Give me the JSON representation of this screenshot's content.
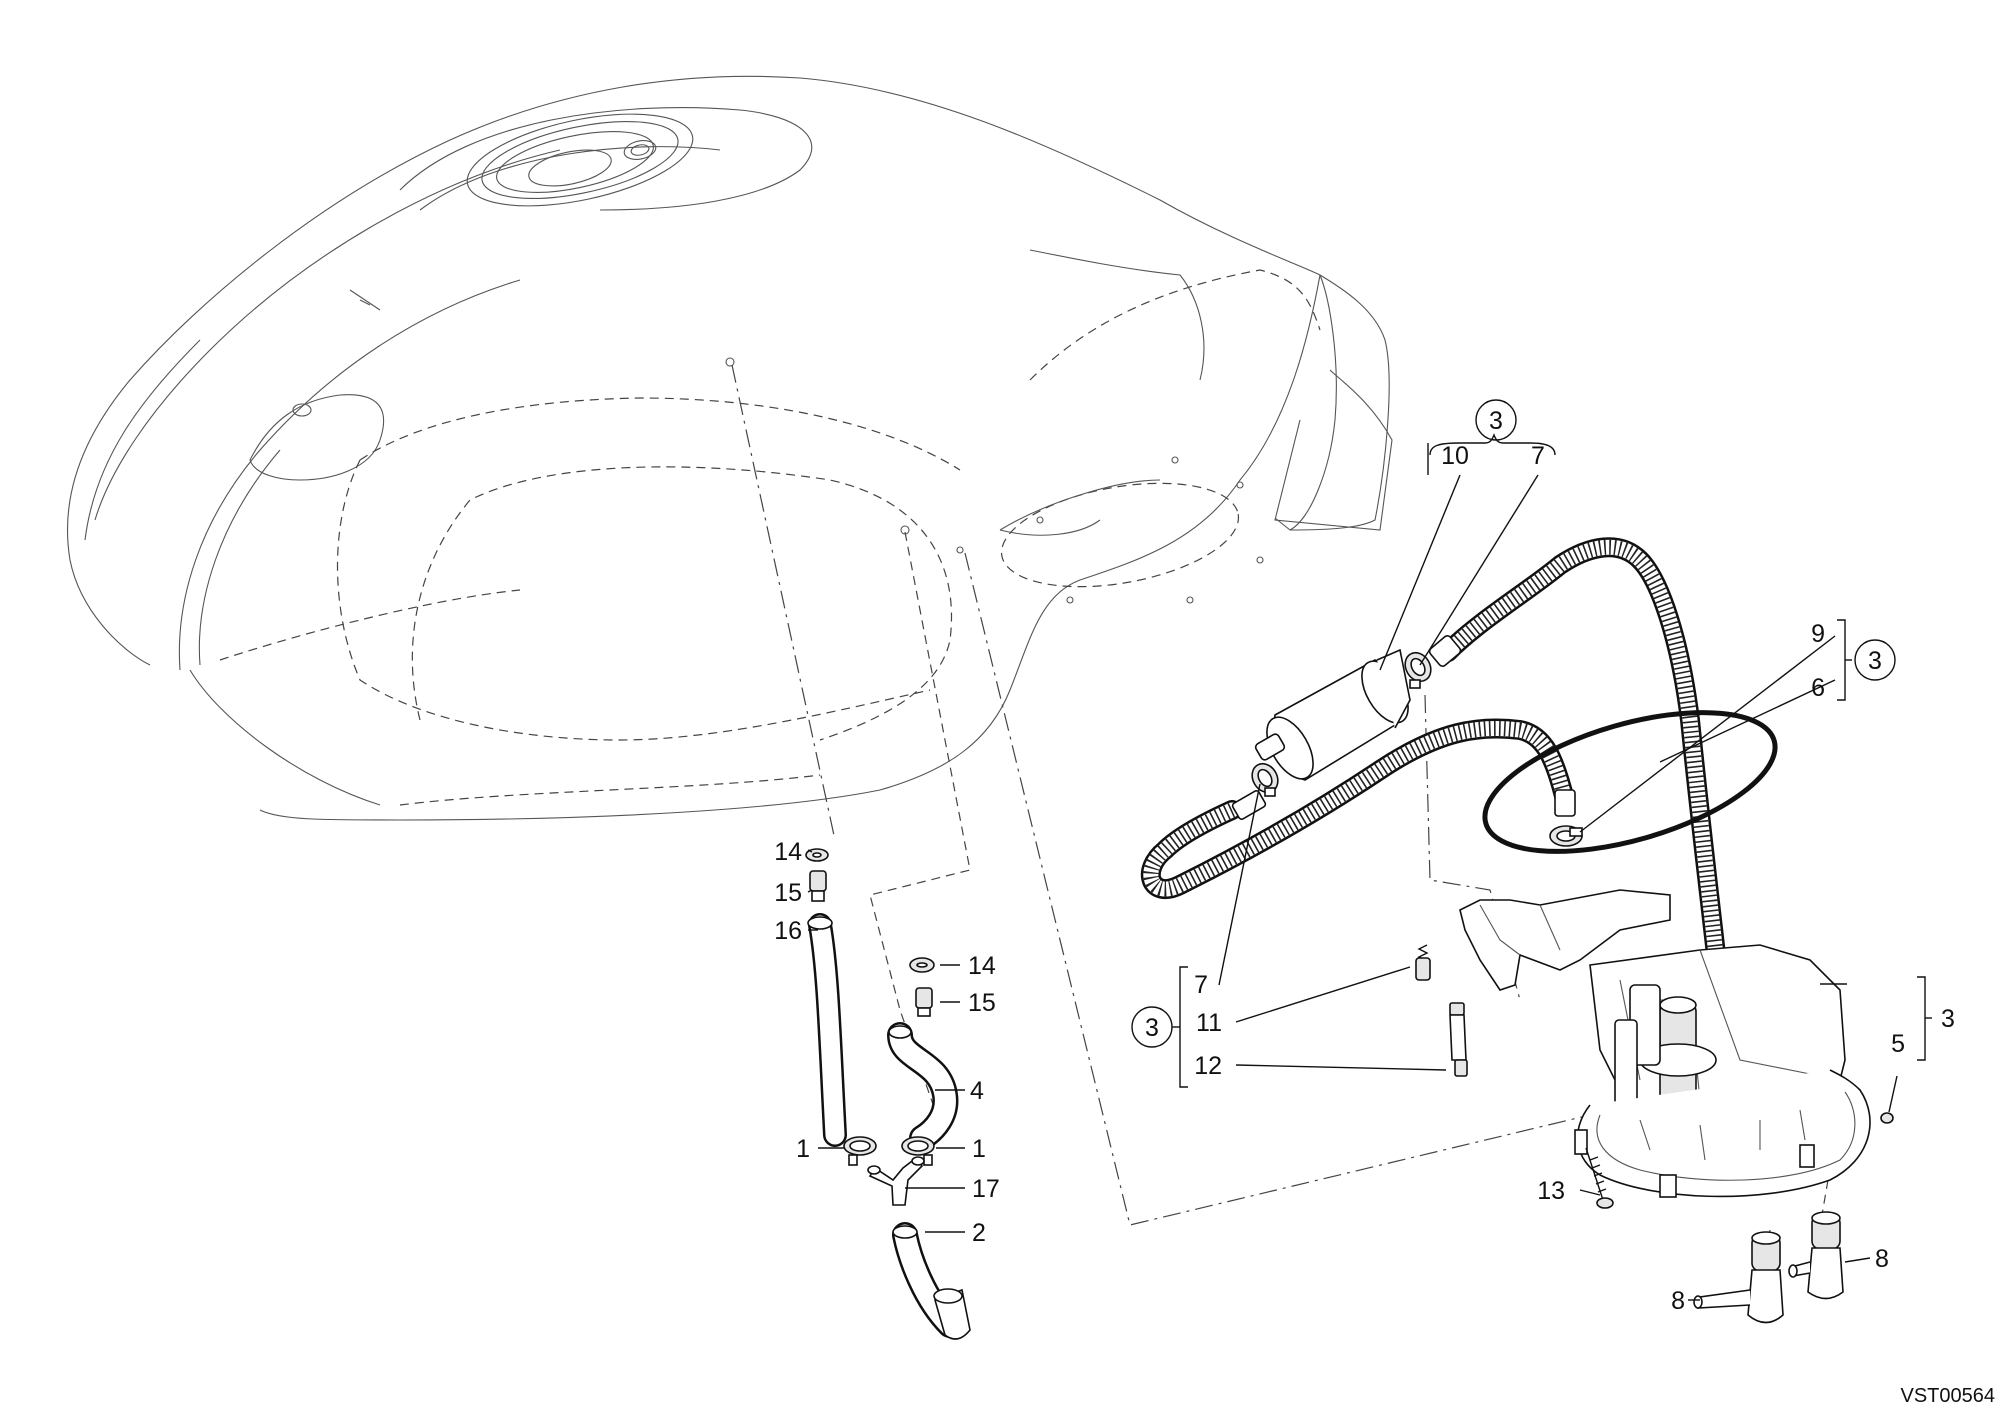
{
  "diagram_code": "VST00564",
  "callouts": {
    "c1": "3",
    "c2": "10",
    "c3": "7",
    "c4": "9",
    "c5": "6",
    "c6": "3",
    "c7": "7",
    "c8": "3",
    "c9": "11",
    "c10": "12",
    "c11": "3",
    "c12": "5",
    "c13": "13",
    "c14": "8",
    "c15": "8",
    "c16": "14",
    "c17": "15",
    "c18": "16",
    "c19": "14",
    "c20": "15",
    "c21": "4",
    "c22": "1",
    "c23": "1",
    "c24": "17",
    "c25": "2"
  }
}
